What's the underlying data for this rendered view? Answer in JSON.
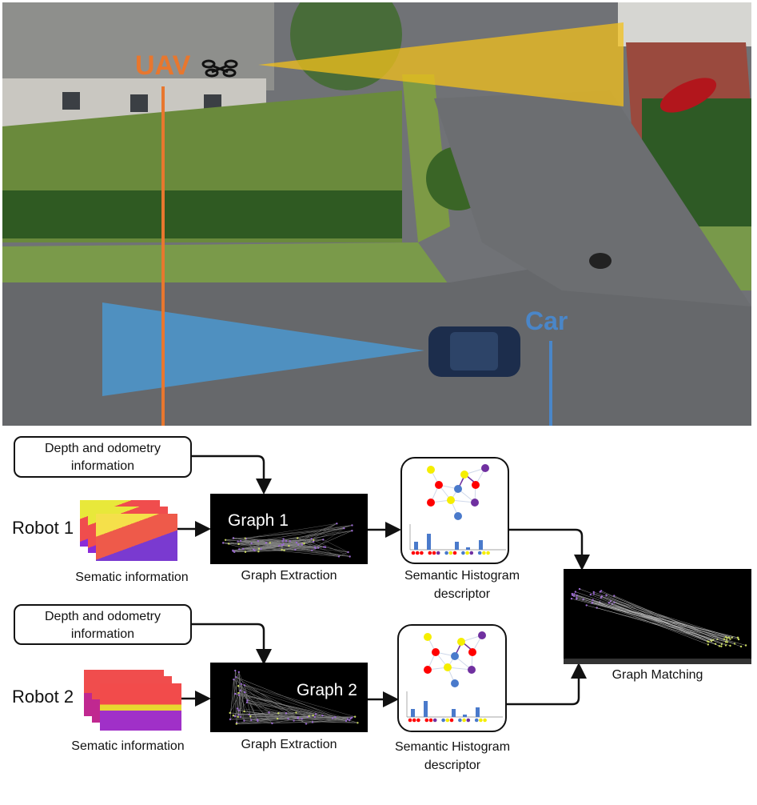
{
  "scene": {
    "uav_label": "UAV",
    "car_label": "Car",
    "uav_color": "#E8772E",
    "car_color": "#4A86C8"
  },
  "row1": {
    "input_box": "Depth and odometry information",
    "robot_label": "Robot 1",
    "semantic_label": "Sematic information",
    "graph_label": "Graph 1",
    "extraction_label": "Graph Extraction",
    "descriptor_label_1": "Semantic Histogram",
    "descriptor_label_2": "descriptor"
  },
  "row2": {
    "input_box": "Depth and odometry information",
    "robot_label": "Robot 2",
    "semantic_label": "Sematic information",
    "graph_label": "Graph 2",
    "extraction_label": "Graph Extraction",
    "descriptor_label_1": "Semantic Histogram",
    "descriptor_label_2": "descriptor"
  },
  "matching_label": "Graph Matching"
}
